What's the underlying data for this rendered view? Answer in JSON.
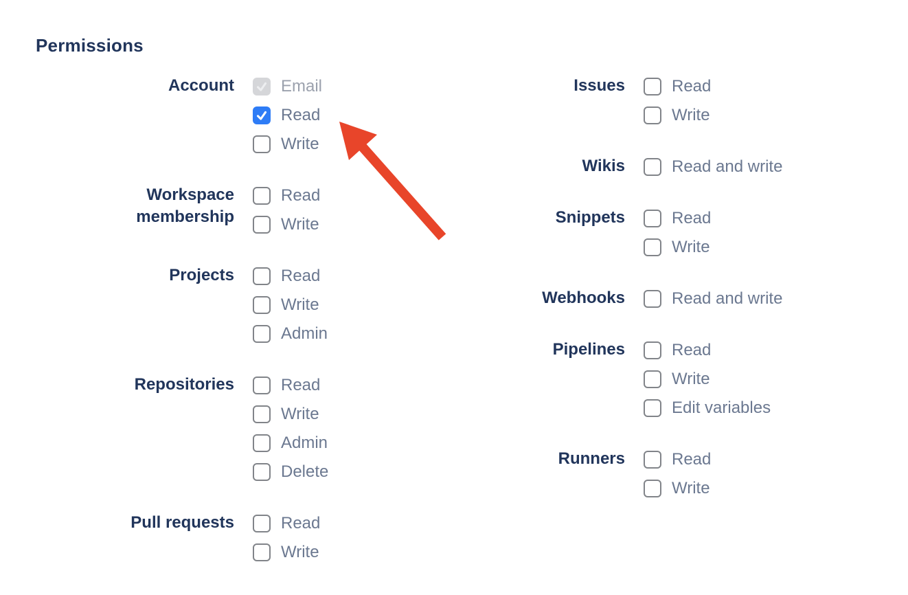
{
  "heading": "Permissions",
  "colors": {
    "heading_text": "#21355b",
    "option_text": "#6b7890",
    "option_text_disabled": "#9ba1ad",
    "checkbox_border": "#818489",
    "checkbox_checked": "#2e7cf6",
    "checkmark": "#ffffff",
    "checkbox_disabled_bg": "#d5d6d9",
    "checkbox_disabled_check": "#edeef0",
    "arrow": "#e8452a"
  },
  "permissions": {
    "columns": [
      {
        "groups": [
          {
            "label": "Account",
            "options": [
              {
                "label": "Email",
                "checked": true,
                "disabled": true
              },
              {
                "label": "Read",
                "checked": true,
                "disabled": false
              },
              {
                "label": "Write",
                "checked": false,
                "disabled": false
              }
            ]
          },
          {
            "label": "Workspace membership",
            "options": [
              {
                "label": "Read",
                "checked": false,
                "disabled": false
              },
              {
                "label": "Write",
                "checked": false,
                "disabled": false
              }
            ]
          },
          {
            "label": "Projects",
            "options": [
              {
                "label": "Read",
                "checked": false,
                "disabled": false
              },
              {
                "label": "Write",
                "checked": false,
                "disabled": false
              },
              {
                "label": "Admin",
                "checked": false,
                "disabled": false
              }
            ]
          },
          {
            "label": "Repositories",
            "options": [
              {
                "label": "Read",
                "checked": false,
                "disabled": false
              },
              {
                "label": "Write",
                "checked": false,
                "disabled": false
              },
              {
                "label": "Admin",
                "checked": false,
                "disabled": false
              },
              {
                "label": "Delete",
                "checked": false,
                "disabled": false
              }
            ]
          },
          {
            "label": "Pull requests",
            "options": [
              {
                "label": "Read",
                "checked": false,
                "disabled": false
              },
              {
                "label": "Write",
                "checked": false,
                "disabled": false
              }
            ]
          }
        ]
      },
      {
        "groups": [
          {
            "label": "Issues",
            "options": [
              {
                "label": "Read",
                "checked": false,
                "disabled": false
              },
              {
                "label": "Write",
                "checked": false,
                "disabled": false
              }
            ]
          },
          {
            "label": "Wikis",
            "options": [
              {
                "label": "Read and write",
                "checked": false,
                "disabled": false
              }
            ]
          },
          {
            "label": "Snippets",
            "options": [
              {
                "label": "Read",
                "checked": false,
                "disabled": false
              },
              {
                "label": "Write",
                "checked": false,
                "disabled": false
              }
            ]
          },
          {
            "label": "Webhooks",
            "options": [
              {
                "label": "Read and write",
                "checked": false,
                "disabled": false
              }
            ]
          },
          {
            "label": "Pipelines",
            "options": [
              {
                "label": "Read",
                "checked": false,
                "disabled": false
              },
              {
                "label": "Write",
                "checked": false,
                "disabled": false
              },
              {
                "label": "Edit variables",
                "checked": false,
                "disabled": false
              }
            ]
          },
          {
            "label": "Runners",
            "options": [
              {
                "label": "Read",
                "checked": false,
                "disabled": false
              },
              {
                "label": "Write",
                "checked": false,
                "disabled": false
              }
            ]
          }
        ]
      }
    ]
  },
  "annotation": {
    "arrow_color": "#e8452a"
  }
}
